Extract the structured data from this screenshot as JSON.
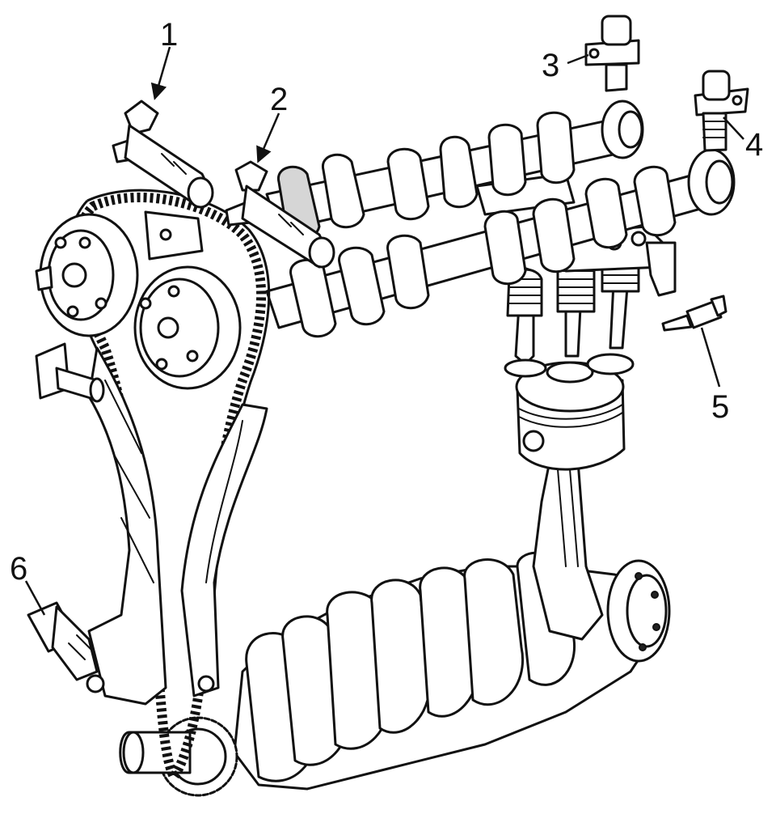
{
  "callouts": [
    {
      "id": "1",
      "label": "1"
    },
    {
      "id": "2",
      "label": "2"
    },
    {
      "id": "3",
      "label": "3"
    },
    {
      "id": "4",
      "label": "4"
    },
    {
      "id": "5",
      "label": "5"
    },
    {
      "id": "6",
      "label": "6"
    }
  ],
  "colors": {
    "ink": "#111111",
    "paper": "#ffffff",
    "shade": "#d6d6d6"
  }
}
